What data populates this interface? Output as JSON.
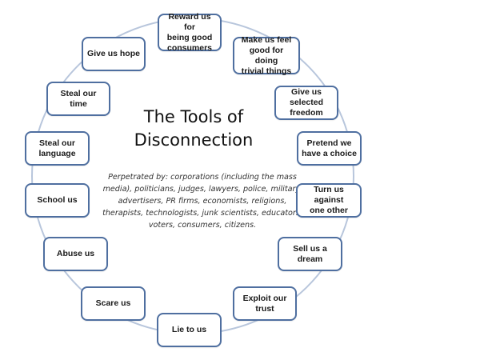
{
  "diagram": {
    "title": "The Tools of\nDisconnection",
    "subtitle": "Perpetrated by: corporations (including the mass media), politicians, judges, lawyers, police, military, advertisers, PR firms, economists, religions, therapists, technologists, junk scientists, educators, voters, consumers, citizens.",
    "colors": {
      "ring": "#b8c6dc",
      "node_border": "#4f6fa0",
      "node_fill": "#ffffff",
      "text": "#1a1a1a"
    },
    "nodes": [
      {
        "label": "Reward us for\nbeing good\nconsumers"
      },
      {
        "label": "Make us feel\ngood for doing\ntrivial things"
      },
      {
        "label": "Give us\nselected\nfreedom"
      },
      {
        "label": "Pretend we\nhave a choice"
      },
      {
        "label": "Turn us against\none other"
      },
      {
        "label": "Sell us a\ndream"
      },
      {
        "label": "Exploit our\ntrust"
      },
      {
        "label": "Lie to us"
      },
      {
        "label": "Scare us"
      },
      {
        "label": "Abuse us"
      },
      {
        "label": "School us"
      },
      {
        "label": "Steal our\nlanguage"
      },
      {
        "label": "Steal our time"
      },
      {
        "label": "Give us hope"
      }
    ]
  }
}
